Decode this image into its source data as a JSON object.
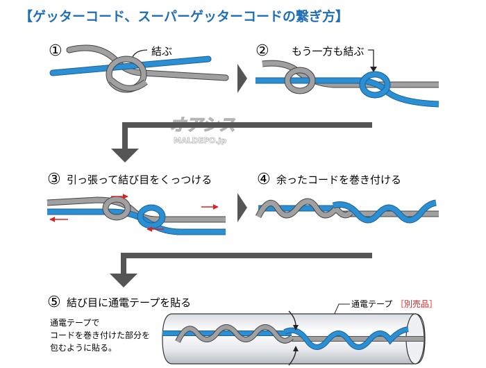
{
  "title": "【ゲッターコード、スーパーゲッターコードの繋ぎ方】",
  "watermark": {
    "main": "オアシス",
    "sub": "MALDEPO.jp"
  },
  "steps": [
    {
      "num": "①",
      "label": "結ぶ"
    },
    {
      "num": "②",
      "label": "もう一方も結ぶ"
    },
    {
      "num": "③",
      "label": "引っ張って結び目をくっつける"
    },
    {
      "num": "④",
      "label": "余ったコードを巻き付ける"
    },
    {
      "num": "⑤",
      "label": "結び目に通電テープを貼る"
    }
  ],
  "tape_label": "通電テープ",
  "tape_extra": "［別売品］",
  "note_lines": [
    "通電テープで",
    "コードを巻き付けた部分を",
    "包むように貼る。"
  ],
  "colors": {
    "blue": "#2a8fd3",
    "gray": "#9b9b9b",
    "dark": "#222222",
    "arrow": "#555555",
    "red": "#e02020",
    "title": "#1f6fb8"
  }
}
